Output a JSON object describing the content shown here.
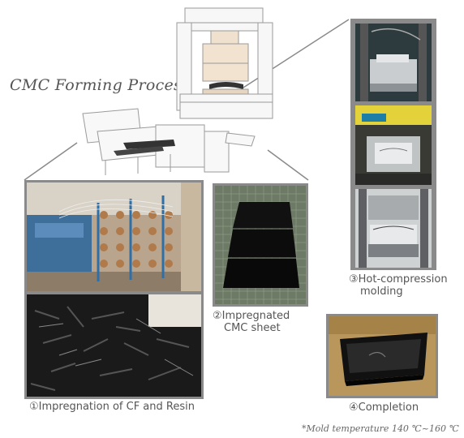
{
  "title": "CMC Forming Process",
  "steps": {
    "step1": "①Impregnation of CF and Resin",
    "step2_line1": "②Impregnated",
    "step2_line2": "CMC sheet",
    "step3_line1": "③Hot-compression",
    "step3_line2": "molding",
    "step4": "④Completion"
  },
  "note": "*Mold temperature 140 ℃~160 ℃",
  "colors": {
    "frame": "#8a8a8a",
    "connector": "#8a8a8a",
    "machine_line": "#9a9a9a",
    "machine_highlight": "#f1e3cf"
  }
}
